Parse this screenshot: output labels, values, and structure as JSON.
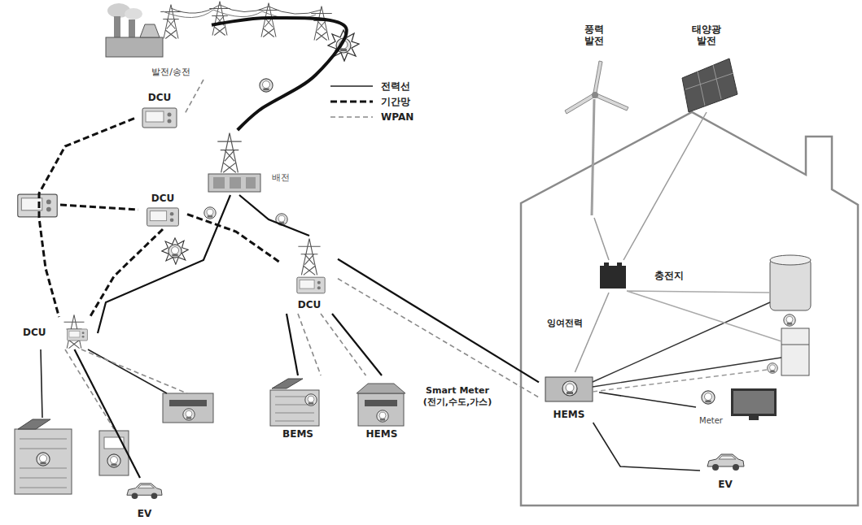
{
  "diagram": {
    "nodes": [
      {
        "text": [
          "발전/송전"
        ]
      },
      {
        "text": [
          "DCU"
        ]
      },
      {
        "text": [
          "배전"
        ]
      },
      {
        "text": [
          "DCU"
        ]
      },
      {
        "text": [
          "DCU"
        ]
      },
      {
        "text": [
          "DCU"
        ]
      },
      {
        "text": [
          "BEMS"
        ]
      },
      {
        "text": [
          "HEMS"
        ]
      },
      {
        "text": [
          "EV"
        ]
      },
      {
        "text": [
          "풍력 발전"
        ]
      },
      {
        "text": [
          "태양광 발전"
        ]
      },
      {
        "text": [
          "충전지"
        ]
      },
      {
        "text": [
          "HEMS"
        ]
      },
      {
        "text": [
          "Meter"
        ]
      },
      {
        "text": [
          "EV"
        ]
      }
    ],
    "edges": [
      {
        "from": 0,
        "to": 1,
        "arrow": "none"
      },
      {
        "from": 0,
        "to": 2,
        "arrow": "none"
      },
      {
        "from": 1,
        "to": 5,
        "arrow": "none"
      },
      {
        "from": 3,
        "to": 5,
        "arrow": "none"
      },
      {
        "from": 3,
        "to": 4,
        "arrow": "none"
      },
      {
        "from": 2,
        "to": 4,
        "arrow": "none"
      },
      {
        "from": 2,
        "to": 5,
        "arrow": "none"
      },
      {
        "from": 4,
        "to": 6,
        "arrow": "none"
      },
      {
        "from": 4,
        "to": 6,
        "arrow": "none"
      },
      {
        "from": 4,
        "to": 7,
        "arrow": "none"
      },
      {
        "from": 4,
        "to": 7,
        "arrow": "none"
      },
      {
        "from": 4,
        "to": 12,
        "label": "Smart Meter (전기,수도,가스)",
        "arrow": "none"
      },
      {
        "from": 4,
        "to": 12,
        "arrow": "none"
      },
      {
        "from": 5,
        "to": 8,
        "arrow": "none"
      },
      {
        "from": 9,
        "to": 11,
        "arrow": "none"
      },
      {
        "from": 10,
        "to": 11,
        "arrow": "none"
      },
      {
        "from": 11,
        "to": 12,
        "label": "잉여전력",
        "arrow": "none"
      },
      {
        "from": 12,
        "to": 13,
        "arrow": "none"
      },
      {
        "from": 12,
        "to": 14,
        "arrow": "none"
      }
    ],
    "legend": [
      {
        "text": "전력선"
      },
      {
        "text": "기간망"
      },
      {
        "text": "WPAN"
      }
    ]
  }
}
